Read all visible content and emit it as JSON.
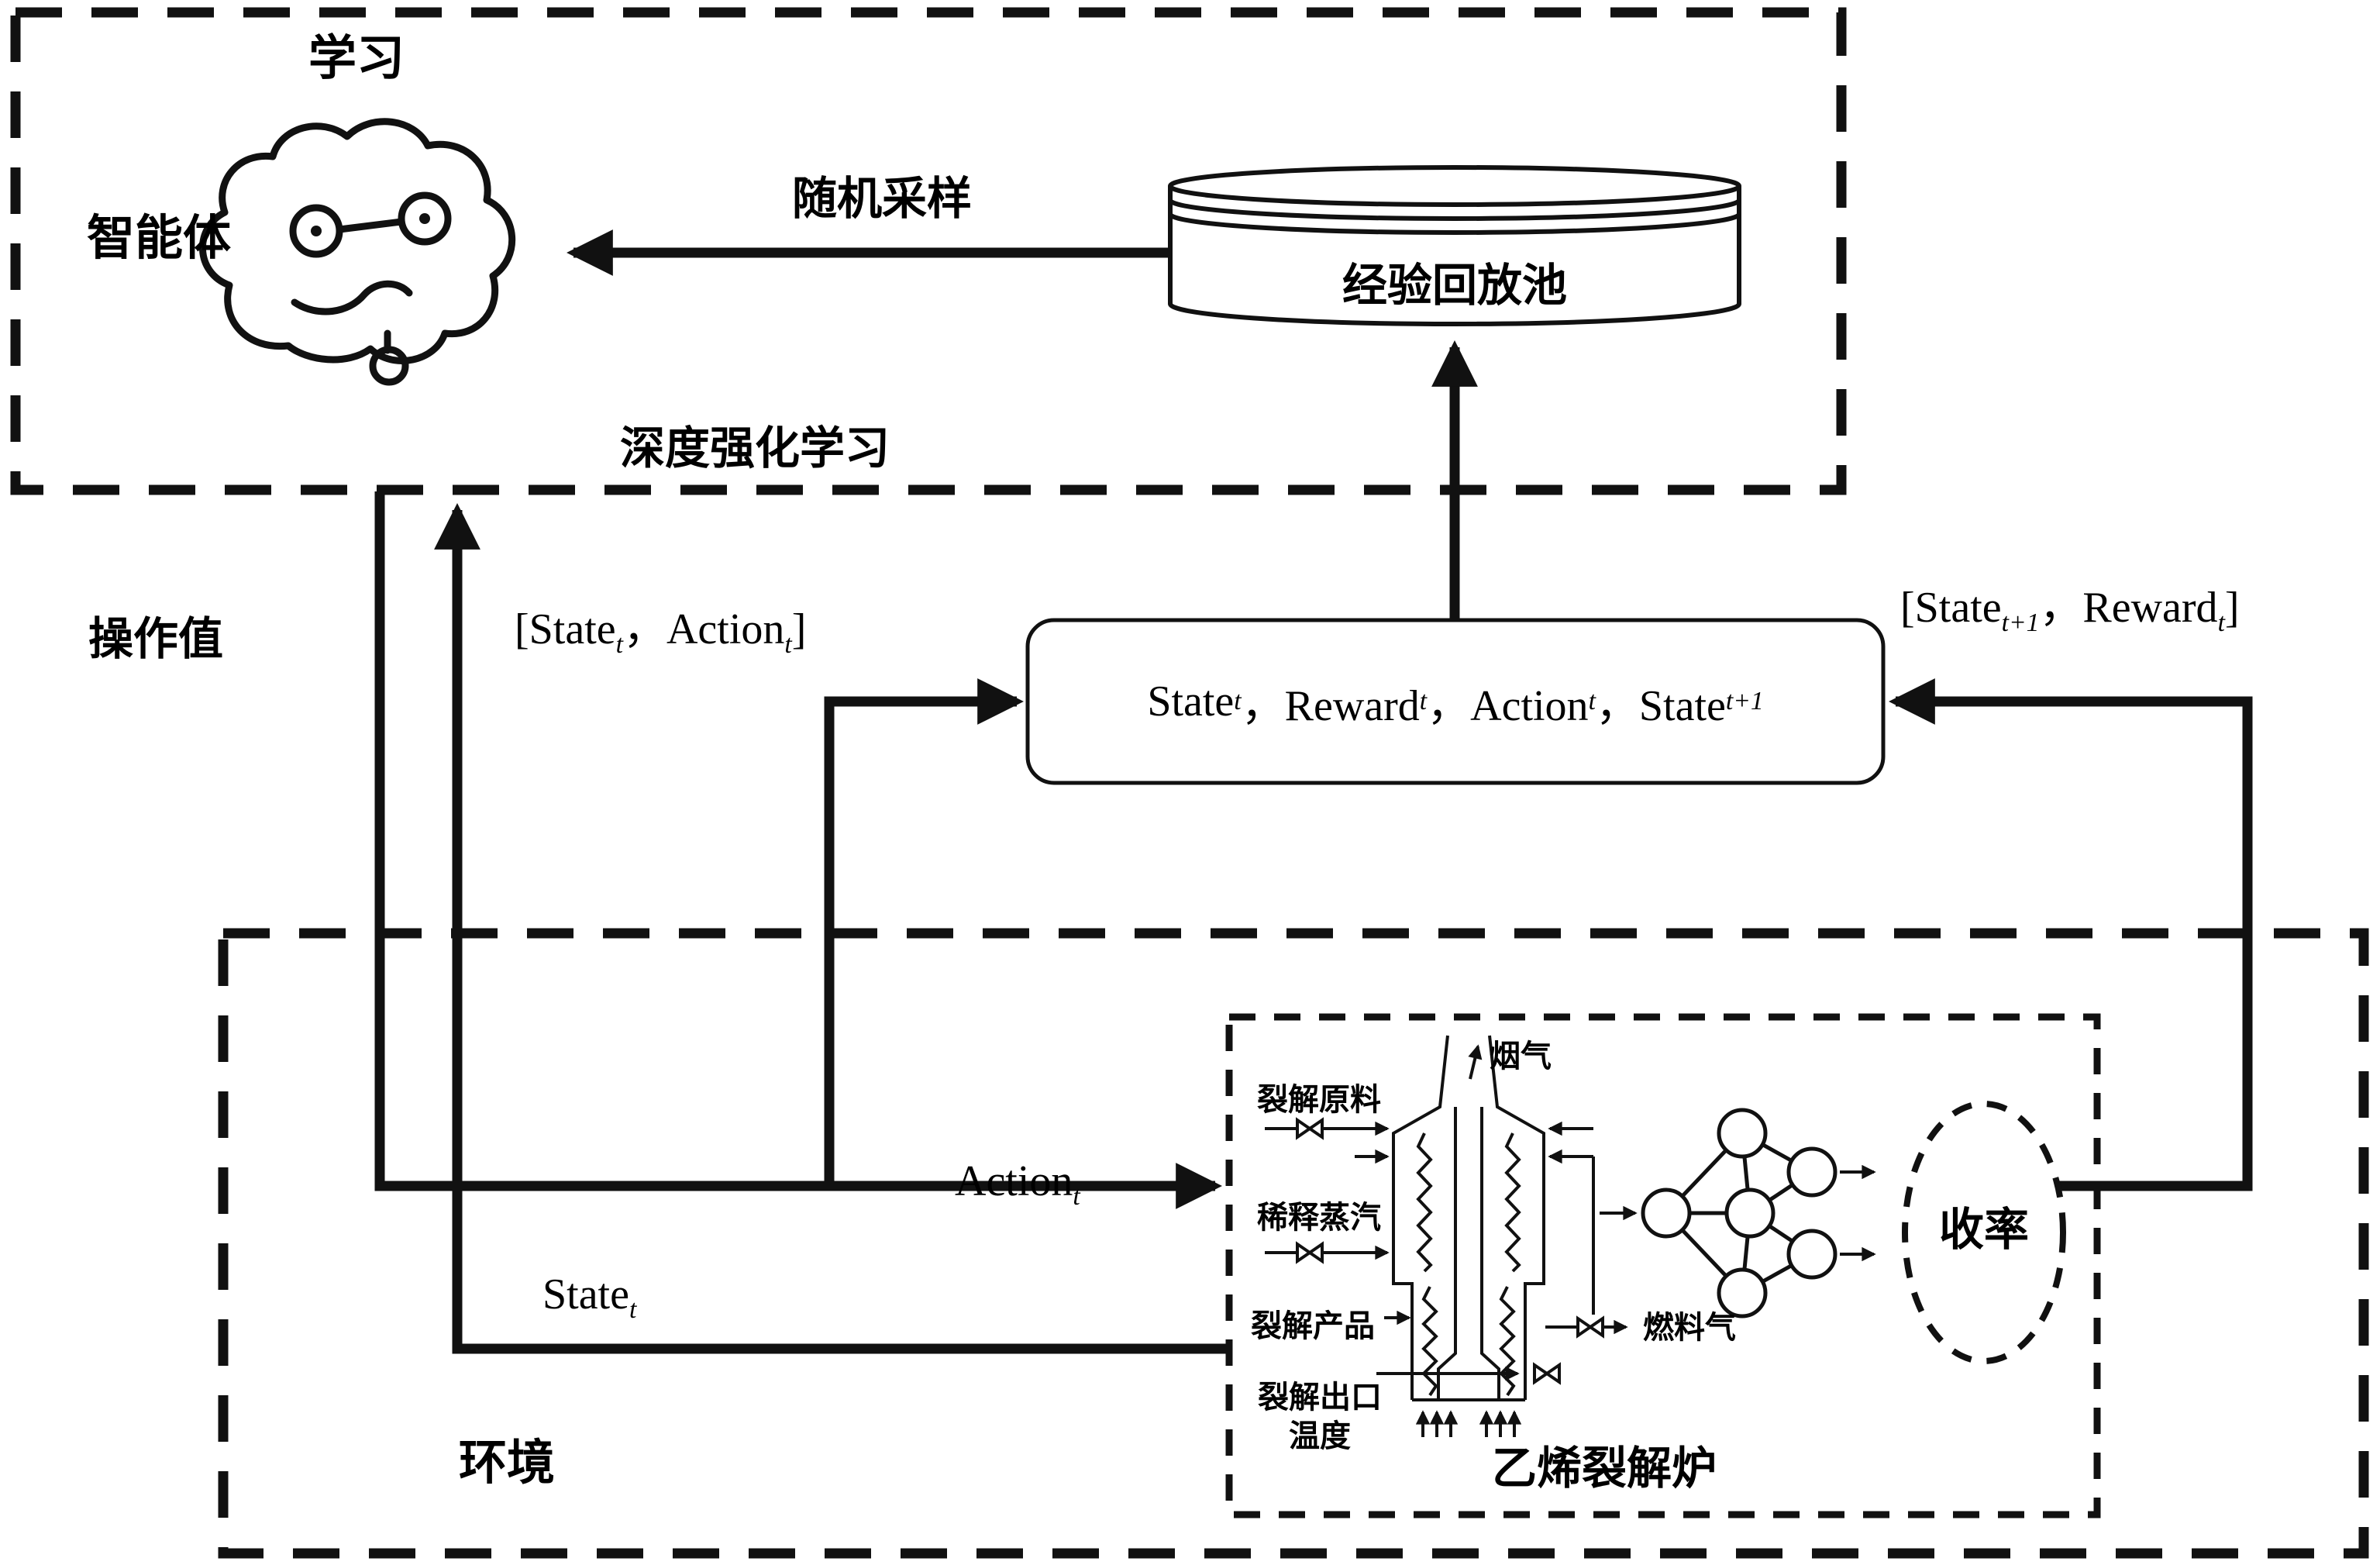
{
  "colors": {
    "ink": "#111111",
    "background": "#ffffff"
  },
  "drl": {
    "learning_label": "学习",
    "agent_label": "智能体",
    "random_sampling_label": "随机采样",
    "replay_buffer_label": "经验回放池",
    "title": "深度强化学习"
  },
  "signals": {
    "operation_value_label": "操作值",
    "state_action_label": [
      {
        "t": "[State",
        "s": "t"
      },
      {
        "t": "，Action",
        "s": "t"
      },
      {
        "t": "]"
      }
    ],
    "next_state_reward_label": [
      {
        "t": "[State",
        "s": "t+1"
      },
      {
        "t": "，Reward",
        "s": "t"
      },
      {
        "t": "]"
      }
    ],
    "transition_tuple": [
      {
        "t": "State",
        "s": "t"
      },
      {
        "t": "，Reward",
        "s": "t"
      },
      {
        "t": "，Action",
        "s": "t"
      },
      {
        "t": "，State",
        "s": "t+1"
      }
    ],
    "action_label": [
      {
        "t": "Action",
        "s": "t"
      }
    ],
    "state_label": [
      {
        "t": "State",
        "s": "t"
      }
    ]
  },
  "environment": {
    "title": "环境",
    "furnace_title": "乙烯裂解炉",
    "yield_label": "收率",
    "furnace_labels": {
      "flue_gas": "烟气",
      "feedstock": "裂解原料",
      "dilution_steam": "稀释蒸汽",
      "products": "裂解产品",
      "outlet_temp_line1": "裂解出口",
      "outlet_temp_line2": "温度",
      "fuel_gas": "燃料气"
    }
  }
}
